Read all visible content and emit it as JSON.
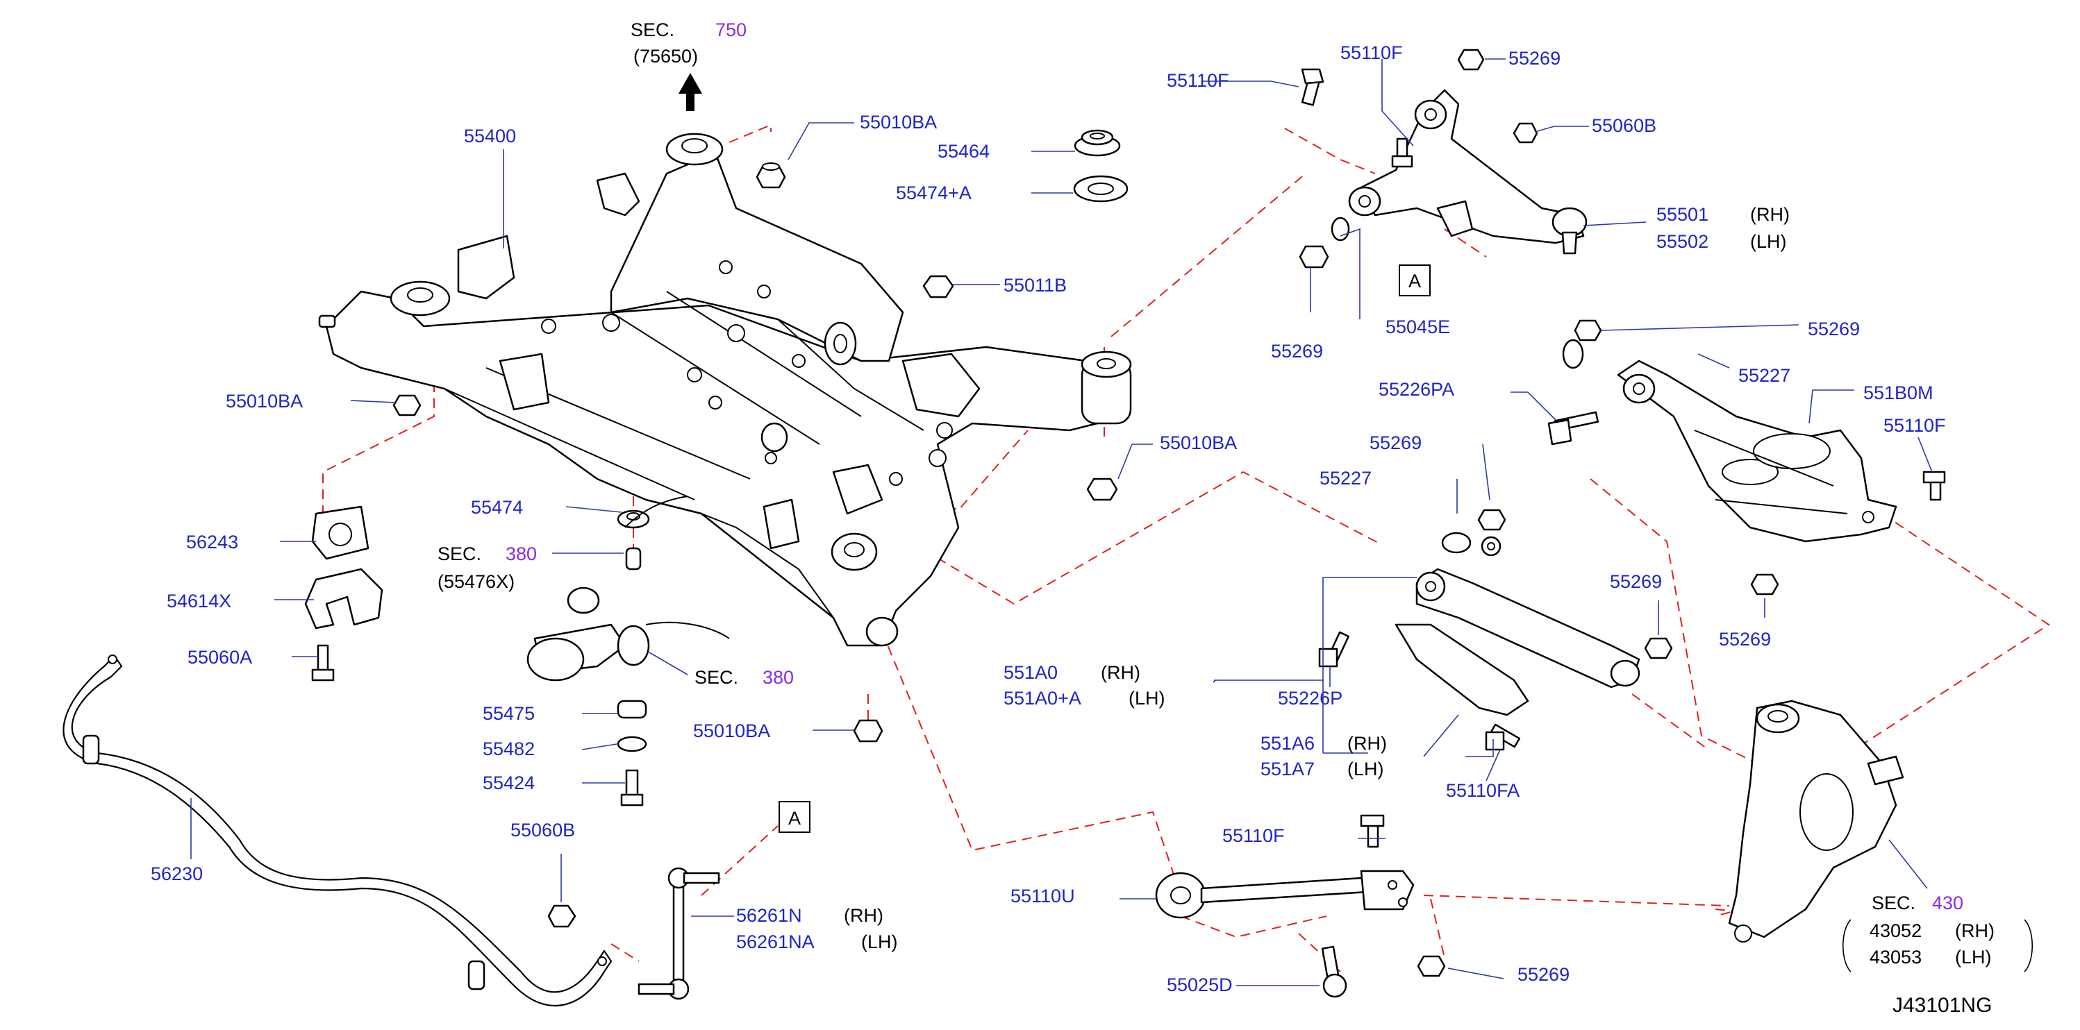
{
  "colors": {
    "part_number": "#1f24c8",
    "section_ref": "#8a2be2",
    "dashed_line": "#e02020",
    "leader_line": "#2b3aa8"
  },
  "sec_word": "SEC.",
  "box_A": "A",
  "diagram_code": "J43101NG",
  "sec750": {
    "num": "750",
    "sub": "(75650)"
  },
  "sec380a": {
    "num": "380",
    "sub": "(55476X)"
  },
  "sec380b": {
    "num": "380"
  },
  "sec430": {
    "num": "430",
    "rh_part": "43052",
    "rh": "(RH)",
    "lh_part": "43053",
    "lh": "(LH)"
  },
  "labels": {
    "p55400": "55400",
    "p55010BA_top": "55010BA",
    "p55464": "55464",
    "p55474A": "55474+A",
    "p55011B": "55011B",
    "p55010BA_left": "55010BA",
    "p55010BA_right": "55010BA",
    "p55474": "55474",
    "p56243": "56243",
    "p54614X": "54614X",
    "p55060A": "55060A",
    "p55475": "55475",
    "p55482": "55482",
    "p55424": "55424",
    "p55010BA_bottom": "55010BA",
    "p56230": "56230",
    "p55060B_bottom": "55060B",
    "p56261N": "56261N",
    "p56261NA": "56261NA",
    "p55110F_ua_left": "55110F",
    "p55110F_ua_top": "55110F",
    "p55269_ua_top": "55269",
    "p55060B_ua": "55060B",
    "p55501": "55501",
    "p55502": "55502",
    "p55045E": "55045E",
    "p55269_ua_bottom": "55269",
    "p55269_la_top": "55269",
    "p55227_la": "55227",
    "p551B0M": "551B0M",
    "p55226PA": "55226PA",
    "p55110F_la": "55110F",
    "p55269_la_bottom": "55269",
    "p55269_mid": "55269",
    "p55227_mid": "55227",
    "p55269_rear": "55269",
    "p551A0": "551A0",
    "p551A0A": "551A0+A",
    "p55226P": "55226P",
    "p551A6": "551A6",
    "p551A7": "551A7",
    "p55110FA": "55110FA",
    "p55110F_bottom": "55110F",
    "p55110U": "55110U",
    "p55025D": "55025D",
    "p55269_bottom": "55269"
  },
  "side": {
    "rh": "(RH)",
    "lh": "(LH)"
  }
}
